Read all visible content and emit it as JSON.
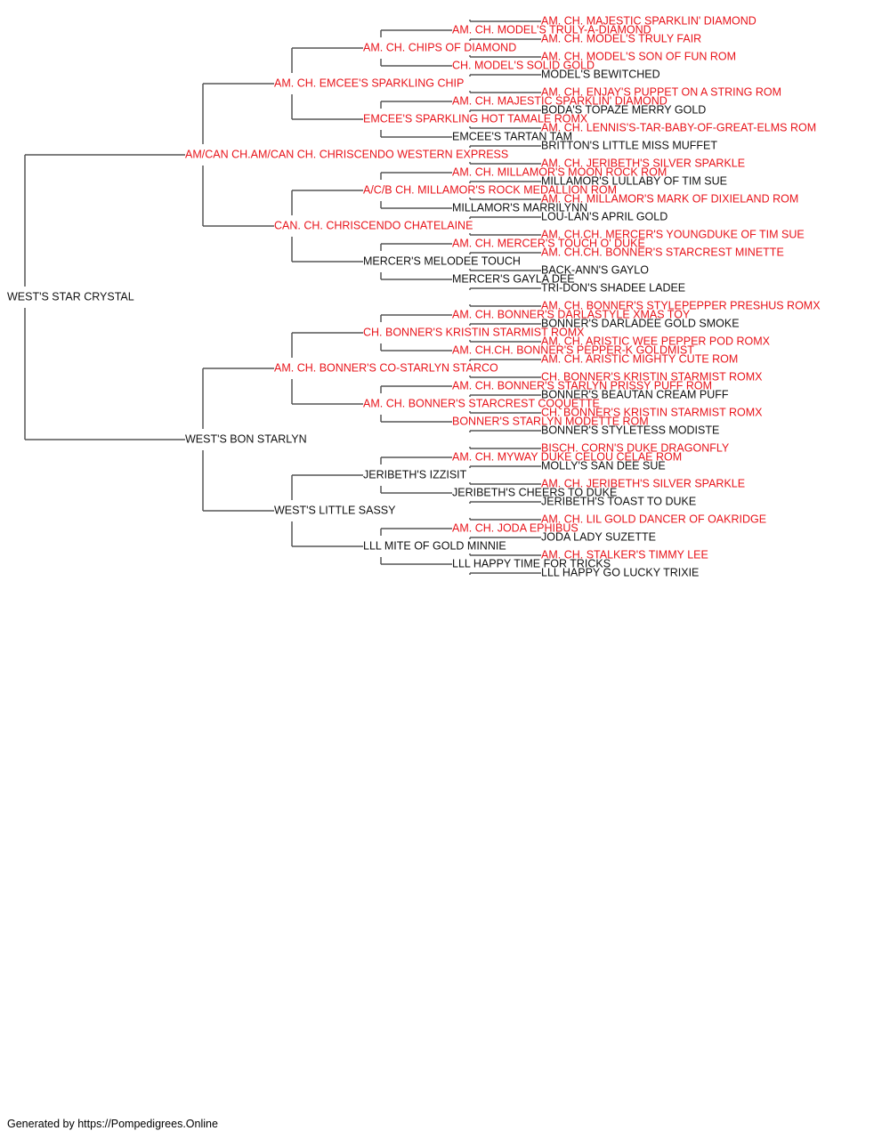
{
  "colors": {
    "champion": "#e8141b",
    "regular": "#111111",
    "connector": "#555555"
  },
  "pedigree": {
    "name": "WEST'S STAR CRYSTAL",
    "ch": false,
    "sire": {
      "name": "AM/CAN CH.AM/CAN CH. CHRISCENDO WESTERN EXPRESS",
      "ch": true,
      "sire": {
        "name": "AM. CH. EMCEE'S SPARKLING CHIP",
        "ch": true,
        "sire": {
          "name": "AM. CH. CHIPS OF DIAMOND",
          "ch": true,
          "sire": {
            "name": "AM. CH. MODEL'S TRULY-A-DIAMOND",
            "ch": true,
            "sire": {
              "name": "AM. CH. MAJESTIC SPARKLIN' DIAMOND",
              "ch": true
            },
            "dam": {
              "name": "AM. CH. MODEL'S TRULY FAIR",
              "ch": true
            }
          },
          "dam": {
            "name": "CH. MODEL'S SOLID GOLD",
            "ch": true,
            "sire": {
              "name": "AM. CH. MODEL'S SON OF FUN ROM",
              "ch": true
            },
            "dam": {
              "name": "MODEL'S BEWITCHED",
              "ch": false
            }
          }
        },
        "dam": {
          "name": "EMCEE'S SPARKLING HOT TAMALE ROMX",
          "ch": true,
          "sire": {
            "name": "AM. CH. MAJESTIC SPARKLIN' DIAMOND",
            "ch": true,
            "sire": {
              "name": "AM. CH. ENJAY'S PUPPET ON A STRING ROM",
              "ch": true
            },
            "dam": {
              "name": "BODA'S TOPAZE MERRY GOLD",
              "ch": false
            }
          },
          "dam": {
            "name": "EMCEE'S TARTAN TAM",
            "ch": false,
            "sire": {
              "name": "AM. CH. LENNIS'S-TAR-BABY-OF-GREAT-ELMS ROM",
              "ch": true
            },
            "dam": {
              "name": "BRITTON'S LITTLE MISS MUFFET",
              "ch": false
            }
          }
        }
      },
      "dam": {
        "name": "CAN. CH. CHRISCENDO CHATELAINE",
        "ch": true,
        "sire": {
          "name": "A/C/B CH. MILLAMOR'S ROCK MEDALLION ROM",
          "ch": true,
          "sire": {
            "name": "AM. CH. MILLAMOR'S MOON ROCK ROM",
            "ch": true,
            "sire": {
              "name": "AM. CH. JERIBETH'S SILVER SPARKLE",
              "ch": true
            },
            "dam": {
              "name": "MILLAMOR'S LULLABY OF TIM SUE",
              "ch": false
            }
          },
          "dam": {
            "name": "MILLAMOR'S MARRILYNN",
            "ch": false,
            "sire": {
              "name": "AM. CH. MILLAMOR'S MARK OF DIXIELAND ROM",
              "ch": true
            },
            "dam": {
              "name": "LOU-LAN'S APRIL GOLD",
              "ch": false
            }
          }
        },
        "dam": {
          "name": "MERCER'S MELODEE TOUCH",
          "ch": false,
          "sire": {
            "name": "AM. CH. MERCER'S TOUCH O' DUKE",
            "ch": true,
            "sire": {
              "name": "AM. CH.CH. MERCER'S YOUNGDUKE OF TIM SUE",
              "ch": true
            },
            "dam": {
              "name": "AM. CH.CH. BONNER'S STARCREST MINETTE",
              "ch": true
            }
          },
          "dam": {
            "name": "MERCER'S GAYLA DEE",
            "ch": false,
            "sire": {
              "name": "BACK-ANN'S GAYLO",
              "ch": false
            },
            "dam": {
              "name": "TRI-DON'S SHADEE LADEE",
              "ch": false
            }
          }
        }
      }
    },
    "dam": {
      "name": "WEST'S BON STARLYN",
      "ch": false,
      "sire": {
        "name": "AM. CH. BONNER'S CO-STARLYN STARCO",
        "ch": true,
        "sire": {
          "name": "CH. BONNER'S KRISTIN STARMIST ROMX",
          "ch": true,
          "sire": {
            "name": "AM. CH. BONNER'S DARLASTYLE XMAS TOY",
            "ch": true,
            "sire": {
              "name": "AM. CH. BONNER'S STYLEPEPPER PRESHUS ROMX",
              "ch": true
            },
            "dam": {
              "name": "BONNER'S DARLADEE GOLD SMOKE",
              "ch": false
            }
          },
          "dam": {
            "name": "AM. CH.CH. BONNER'S PEPPER-K GOLDMIST",
            "ch": true,
            "sire": {
              "name": "AM. CH. ARISTIC WEE PEPPER POD ROMX",
              "ch": true
            },
            "dam": {
              "name": "AM. CH. ARISTIC MIGHTY CUTE ROM",
              "ch": true
            }
          }
        },
        "dam": {
          "name": "AM. CH. BONNER'S STARCREST COQUETTE",
          "ch": true,
          "sire": {
            "name": "AM. CH. BONNER'S STARLYN PRISSY PUFF ROM",
            "ch": true,
            "sire": {
              "name": "CH. BONNER'S KRISTIN STARMIST ROMX",
              "ch": true
            },
            "dam": {
              "name": "BONNER'S BEAUTAN CREAM PUFF",
              "ch": false
            }
          },
          "dam": {
            "name": "BONNER'S STARLYN MODETTE ROM",
            "ch": true,
            "sire": {
              "name": "CH. BONNER'S KRISTIN STARMIST ROMX",
              "ch": true
            },
            "dam": {
              "name": "BONNER'S STYLETESS MODISTE",
              "ch": false
            }
          }
        }
      },
      "dam": {
        "name": "WEST'S LITTLE SASSY",
        "ch": false,
        "sire": {
          "name": "JERIBETH'S IZZISIT",
          "ch": false,
          "sire": {
            "name": "AM. CH. MYWAY DUKE CELOU CELAE ROM",
            "ch": true,
            "sire": {
              "name": "BISCH. CORN'S DUKE DRAGONFLY",
              "ch": true
            },
            "dam": {
              "name": "MOLLY'S SAN DEE SUE",
              "ch": false
            }
          },
          "dam": {
            "name": "JERIBETH'S CHEERS TO DUKE",
            "ch": false,
            "sire": {
              "name": "AM. CH. JERIBETH'S SILVER SPARKLE",
              "ch": true
            },
            "dam": {
              "name": "JERIBETH'S TOAST TO DUKE",
              "ch": false
            }
          }
        },
        "dam": {
          "name": "LLL MITE OF GOLD MINNIE",
          "ch": false,
          "sire": {
            "name": "AM. CH. JODA EPHIBUS",
            "ch": true,
            "sire": {
              "name": "AM. CH. LIL GOLD DANCER OF OAKRIDGE",
              "ch": true
            },
            "dam": {
              "name": "JODA LADY SUZETTE",
              "ch": false
            }
          },
          "dam": {
            "name": "LLL HAPPY TIME FOR TRICKS",
            "ch": false,
            "sire": {
              "name": "AM. CH. STALKER'S TIMMY LEE",
              "ch": true
            },
            "dam": {
              "name": "LLL HAPPY GO LUCKY TRIXIE",
              "ch": false
            }
          }
        }
      }
    }
  },
  "footer": {
    "text": "Generated by https://Pompedigrees.Online"
  }
}
